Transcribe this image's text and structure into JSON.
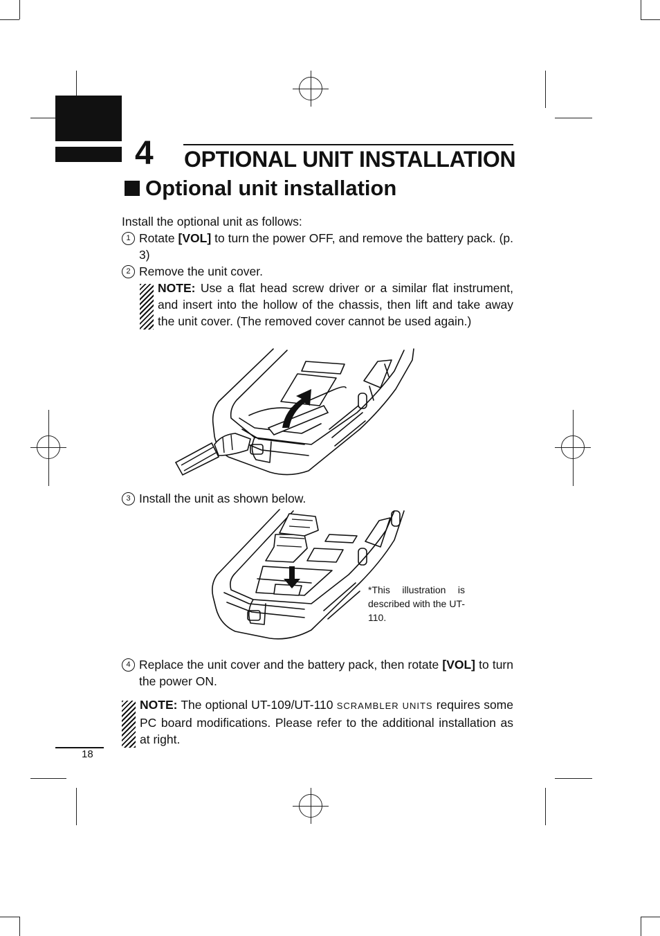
{
  "chapter": {
    "number": "4",
    "title": "OPTIONAL UNIT INSTALLATION"
  },
  "section": {
    "title": "Optional unit installation"
  },
  "intro": "Install the optional unit as follows:",
  "steps": [
    {
      "marker": "1",
      "before": "Rotate ",
      "key": "[VOL]",
      "after": " to turn the power OFF, and remove the battery pack. (p. 3)"
    },
    {
      "marker": "2",
      "text": "Remove the unit cover.",
      "note_label": "NOTE:",
      "note_text": " Use a flat head screw driver or a similar flat instrument, and insert into the hollow of the chassis, then lift and take away the unit cover. (The removed cover cannot be used again.)"
    },
    {
      "marker": "3",
      "text": "Install the unit as shown below."
    },
    {
      "marker": "4",
      "before": "Replace the unit cover and the battery pack, then rotate ",
      "key": "[VOL]",
      "after": " to turn the power ON."
    }
  ],
  "figure_caption": "*This illustration is described with the UT-110.",
  "final_note": {
    "label": "NOTE:",
    "text_before": " The optional UT-109/UT-110 ",
    "smallcaps": "SCRAMBLER UNITS",
    "text_after": " requires some PC board modifications. Please refer to the additional installation as at right."
  },
  "page_number": "18"
}
